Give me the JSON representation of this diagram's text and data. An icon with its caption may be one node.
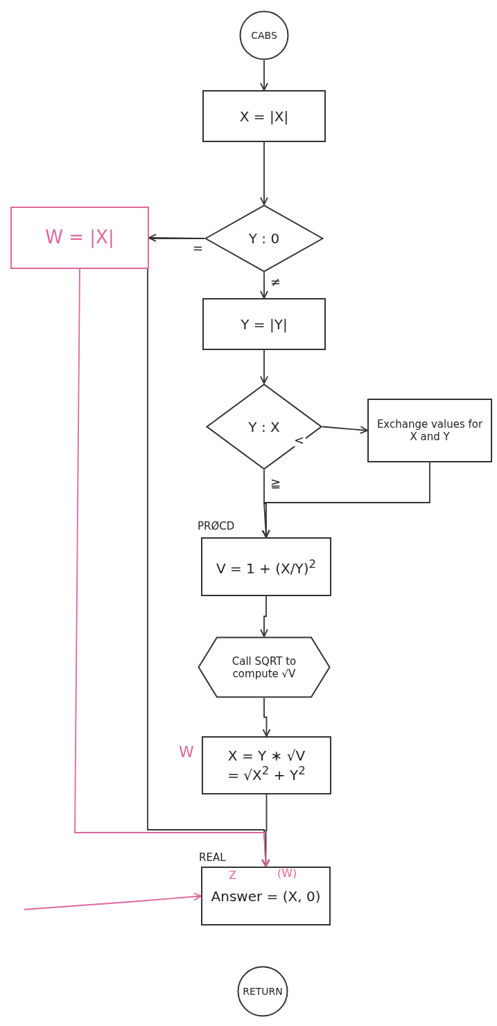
{
  "diagram": {
    "nodes": [
      {
        "text": [
          "CABS"
        ]
      },
      {
        "text": [
          "X = |X|"
        ]
      },
      {
        "text": [
          "Y : 0"
        ]
      },
      {
        "text": [
          "W = |X|"
        ]
      },
      {
        "text": [
          "Y = |Y|"
        ]
      },
      {
        "text": [
          "Y : X"
        ]
      },
      {
        "text": [
          "Exchange values for X and Y"
        ]
      },
      {
        "text": [
          "V = 1 + (X/Y)$^{2}$"
        ],
        "beside": [
          "PRØCD"
        ]
      },
      {
        "text": [
          "Call SQRT to compute √V"
        ]
      },
      {
        "text": [
          "X = Y ∗ √V",
          "= √X$^{2}$ + Y$^{2}$"
        ],
        "beside": [
          "W"
        ]
      },
      {
        "text": [
          "Answer = (X, 0)"
        ],
        "beside": [
          "REAL"
        ]
      },
      {
        "text": [
          "RETURN"
        ]
      }
    ],
    "edges": [
      {
        "from": 0,
        "to": 1,
        "arrow": "to"
      },
      {
        "from": 1,
        "to": 2,
        "arrow": "to"
      },
      {
        "from": 2,
        "to": 3,
        "arrow": "to",
        "label": "="
      },
      {
        "from": 2,
        "to": 4,
        "arrow": "to",
        "label": "≠"
      },
      {
        "from": 4,
        "to": 5,
        "arrow": "to"
      },
      {
        "from": 5,
        "to": 6,
        "arrow": "to",
        "label": "<"
      },
      {
        "from": 5,
        "to": 7,
        "arrow": "to",
        "label": "≧"
      },
      {
        "from": 6,
        "to": 7,
        "arrow": "to"
      },
      {
        "from": 7,
        "to": 8,
        "arrow": "to"
      },
      {
        "from": 8,
        "to": 9,
        "arrow": "to"
      },
      {
        "from": 9,
        "to": 10,
        "arrow": "to"
      },
      {
        "from": 2,
        "to": 10,
        "arrow": "to"
      },
      {
        "from": 3,
        "to": 10,
        "arrow": "to",
        "color": "#e0679e"
      },
      {
        "from": null,
        "to": 10,
        "arrow": "to",
        "color": "#e0679e"
      }
    ],
    "labels": [
      "Z",
      "(W)"
    ]
  }
}
